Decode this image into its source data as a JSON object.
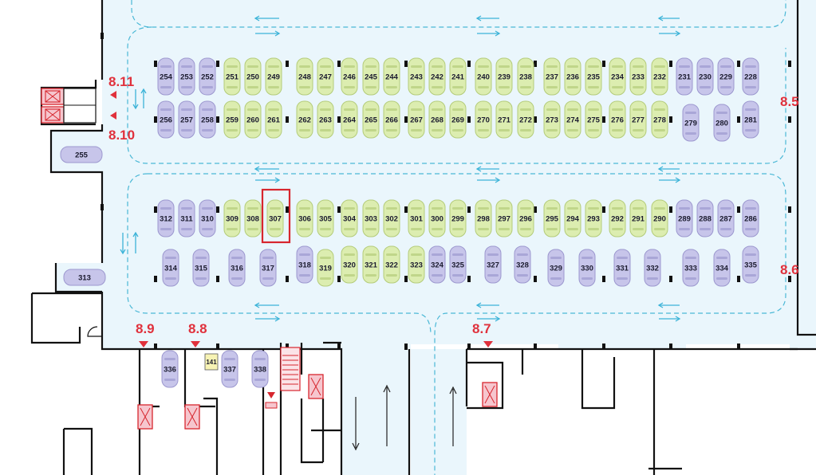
{
  "colors": {
    "floor": "#eaf6fc",
    "regular_car": "#c7c5ea",
    "regular_car_stroke": "#9c98cf",
    "green_car": "#dcedb0",
    "green_car_stroke": "#b4cc7a",
    "lane": "#4bb8d6",
    "zone_label": "#e0313c",
    "highlight": "#d7262e",
    "exit_box": "#f6c6ce",
    "exit_stroke": "#d7262e"
  },
  "zones": [
    {
      "id": "8.11",
      "label": "8.11"
    },
    {
      "id": "8.10",
      "label": "8.10"
    },
    {
      "id": "8.5",
      "label": "8.5"
    },
    {
      "id": "8.6",
      "label": "8.6"
    },
    {
      "id": "8.9",
      "label": "8.9"
    },
    {
      "id": "8.8",
      "label": "8.8"
    },
    {
      "id": "8.7",
      "label": "8.7"
    }
  ],
  "highlighted_spot": "307",
  "rows": {
    "row_a": [
      {
        "n": "254",
        "t": "r"
      },
      {
        "n": "253",
        "t": "r"
      },
      {
        "n": "252",
        "t": "r"
      },
      {
        "n": "251",
        "t": "g"
      },
      {
        "n": "250",
        "t": "g"
      },
      {
        "n": "249",
        "t": "g"
      },
      {
        "n": "248",
        "t": "g"
      },
      {
        "n": "247",
        "t": "g"
      },
      {
        "n": "246",
        "t": "g"
      },
      {
        "n": "245",
        "t": "g"
      },
      {
        "n": "244",
        "t": "g"
      },
      {
        "n": "243",
        "t": "g"
      },
      {
        "n": "242",
        "t": "g"
      },
      {
        "n": "241",
        "t": "g"
      },
      {
        "n": "240",
        "t": "g"
      },
      {
        "n": "239",
        "t": "g"
      },
      {
        "n": "238",
        "t": "g"
      },
      {
        "n": "237",
        "t": "g"
      },
      {
        "n": "236",
        "t": "g"
      },
      {
        "n": "235",
        "t": "g"
      },
      {
        "n": "234",
        "t": "g"
      },
      {
        "n": "233",
        "t": "g"
      },
      {
        "n": "232",
        "t": "g"
      },
      {
        "n": "231",
        "t": "r"
      },
      {
        "n": "230",
        "t": "r"
      },
      {
        "n": "229",
        "t": "r"
      },
      {
        "n": "228",
        "t": "r"
      }
    ],
    "row_b": [
      {
        "n": "256",
        "t": "r"
      },
      {
        "n": "257",
        "t": "r"
      },
      {
        "n": "258",
        "t": "r"
      },
      {
        "n": "259",
        "t": "g"
      },
      {
        "n": "260",
        "t": "g"
      },
      {
        "n": "261",
        "t": "g"
      },
      {
        "n": "262",
        "t": "g"
      },
      {
        "n": "263",
        "t": "g"
      },
      {
        "n": "264",
        "t": "g"
      },
      {
        "n": "265",
        "t": "g"
      },
      {
        "n": "266",
        "t": "g"
      },
      {
        "n": "267",
        "t": "g"
      },
      {
        "n": "268",
        "t": "g"
      },
      {
        "n": "269",
        "t": "g"
      },
      {
        "n": "270",
        "t": "g"
      },
      {
        "n": "271",
        "t": "g"
      },
      {
        "n": "272",
        "t": "g"
      },
      {
        "n": "273",
        "t": "g"
      },
      {
        "n": "274",
        "t": "g"
      },
      {
        "n": "275",
        "t": "g"
      },
      {
        "n": "276",
        "t": "g"
      },
      {
        "n": "277",
        "t": "g"
      },
      {
        "n": "278",
        "t": "g"
      },
      {
        "n": "279",
        "t": "r"
      },
      {
        "n": "280",
        "t": "r"
      },
      {
        "n": "281",
        "t": "r"
      }
    ],
    "row_c": [
      {
        "n": "312",
        "t": "r"
      },
      {
        "n": "311",
        "t": "r"
      },
      {
        "n": "310",
        "t": "r"
      },
      {
        "n": "309",
        "t": "g"
      },
      {
        "n": "308",
        "t": "g"
      },
      {
        "n": "307",
        "t": "g"
      },
      {
        "n": "306",
        "t": "g"
      },
      {
        "n": "305",
        "t": "g"
      },
      {
        "n": "304",
        "t": "g"
      },
      {
        "n": "303",
        "t": "g"
      },
      {
        "n": "302",
        "t": "g"
      },
      {
        "n": "301",
        "t": "g"
      },
      {
        "n": "300",
        "t": "g"
      },
      {
        "n": "299",
        "t": "g"
      },
      {
        "n": "298",
        "t": "g"
      },
      {
        "n": "297",
        "t": "g"
      },
      {
        "n": "296",
        "t": "g"
      },
      {
        "n": "295",
        "t": "g"
      },
      {
        "n": "294",
        "t": "g"
      },
      {
        "n": "293",
        "t": "g"
      },
      {
        "n": "292",
        "t": "g"
      },
      {
        "n": "291",
        "t": "g"
      },
      {
        "n": "290",
        "t": "g"
      },
      {
        "n": "289",
        "t": "r"
      },
      {
        "n": "288",
        "t": "r"
      },
      {
        "n": "287",
        "t": "r"
      },
      {
        "n": "286",
        "t": "r"
      }
    ],
    "row_d": [
      {
        "n": "314",
        "t": "r"
      },
      {
        "n": "315",
        "t": "r"
      },
      {
        "n": "316",
        "t": "r"
      },
      {
        "n": "317",
        "t": "r"
      },
      {
        "n": "318",
        "t": "r"
      },
      {
        "n": "319",
        "t": "g"
      },
      {
        "n": "320",
        "t": "g"
      },
      {
        "n": "321",
        "t": "g"
      },
      {
        "n": "322",
        "t": "g"
      },
      {
        "n": "323",
        "t": "g"
      },
      {
        "n": "324",
        "t": "r"
      },
      {
        "n": "325",
        "t": "r"
      },
      {
        "n": "327",
        "t": "r"
      },
      {
        "n": "328",
        "t": "r"
      },
      {
        "n": "329",
        "t": "r"
      },
      {
        "n": "330",
        "t": "r"
      },
      {
        "n": "331",
        "t": "r"
      },
      {
        "n": "332",
        "t": "r"
      },
      {
        "n": "333",
        "t": "r"
      },
      {
        "n": "334",
        "t": "r"
      },
      {
        "n": "335",
        "t": "r"
      }
    ],
    "side": [
      {
        "n": "255",
        "t": "r"
      },
      {
        "n": "313",
        "t": "r"
      }
    ],
    "bottom": [
      {
        "n": "336",
        "t": "r"
      },
      {
        "n": "337",
        "t": "r"
      },
      {
        "n": "338",
        "t": "r"
      }
    ]
  },
  "small_label": "141"
}
